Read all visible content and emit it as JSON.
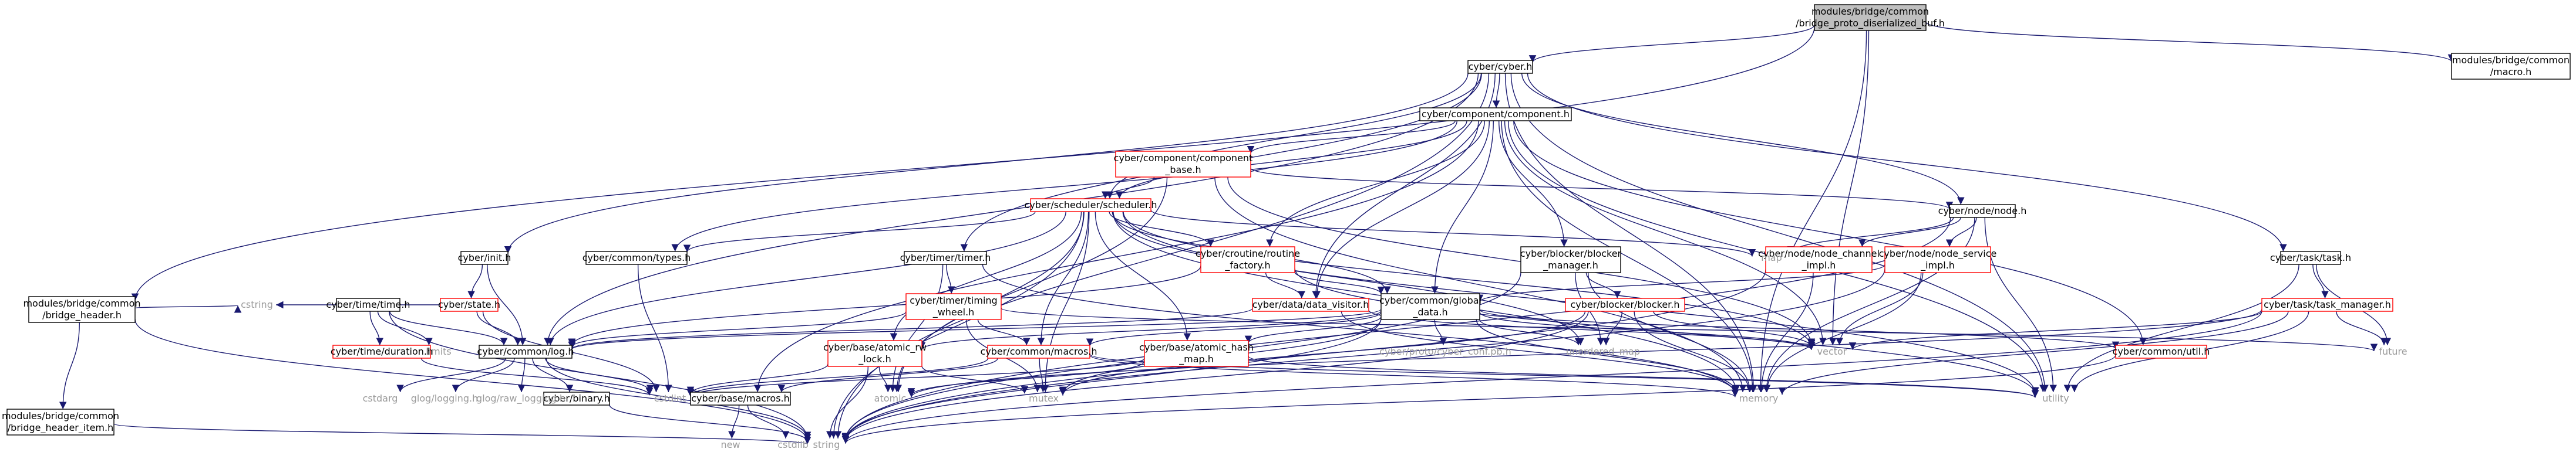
{
  "colors": {
    "root_fill": "#bfbfbf",
    "root_border": "#000000",
    "box_border": "#000000",
    "missing_border": "#ff0000",
    "edge": "#191970",
    "system_text": "#9a9a9a"
  },
  "nodes": [
    {
      "id": "root",
      "kind": "root",
      "lines": [
        "modules/bridge/common",
        "/bridge_proto_diserialized_buf.h"
      ]
    },
    {
      "id": "cyber",
      "kind": "file",
      "lines": [
        "cyber/cyber.h"
      ]
    },
    {
      "id": "macro",
      "kind": "file",
      "lines": [
        "modules/bridge/common",
        "/macro.h"
      ]
    },
    {
      "id": "bridge_header",
      "kind": "file",
      "lines": [
        "modules/bridge/common",
        "/bridge_header.h"
      ]
    },
    {
      "id": "bridge_header_item",
      "kind": "file",
      "lines": [
        "modules/bridge/common",
        "/bridge_header_item.h"
      ]
    },
    {
      "id": "component",
      "kind": "file",
      "lines": [
        "cyber/component/component.h"
      ]
    },
    {
      "id": "component_base",
      "kind": "missing",
      "lines": [
        "cyber/component/component",
        "_base.h"
      ]
    },
    {
      "id": "scheduler",
      "kind": "missing",
      "lines": [
        "cyber/scheduler/scheduler.h"
      ]
    },
    {
      "id": "node",
      "kind": "file",
      "lines": [
        "cyber/node/node.h"
      ]
    },
    {
      "id": "init",
      "kind": "file",
      "lines": [
        "cyber/init.h"
      ]
    },
    {
      "id": "types",
      "kind": "file",
      "lines": [
        "cyber/common/types.h"
      ]
    },
    {
      "id": "timer",
      "kind": "file",
      "lines": [
        "cyber/timer/timer.h"
      ]
    },
    {
      "id": "routine_factory",
      "kind": "missing",
      "lines": [
        "cyber/croutine/routine",
        "_factory.h"
      ]
    },
    {
      "id": "blocker_manager",
      "kind": "file",
      "lines": [
        "cyber/blocker/blocker",
        "_manager.h"
      ]
    },
    {
      "id": "node_channel_impl",
      "kind": "missing",
      "lines": [
        "cyber/node/node_channel",
        "_impl.h"
      ]
    },
    {
      "id": "node_service_impl",
      "kind": "missing",
      "lines": [
        "cyber/node/node_service",
        "_impl.h"
      ]
    },
    {
      "id": "task",
      "kind": "file",
      "lines": [
        "cyber/task/task.h"
      ]
    },
    {
      "id": "state",
      "kind": "missing",
      "lines": [
        "cyber/state.h"
      ]
    },
    {
      "id": "time",
      "kind": "file",
      "lines": [
        "cyber/time/time.h"
      ]
    },
    {
      "id": "timing_wheel",
      "kind": "missing",
      "lines": [
        "cyber/timer/timing",
        "_wheel.h"
      ]
    },
    {
      "id": "data_visitor",
      "kind": "missing",
      "lines": [
        "cyber/data/data_visitor.h"
      ]
    },
    {
      "id": "global_data",
      "kind": "file",
      "lines": [
        "cyber/common/global",
        "_data.h"
      ]
    },
    {
      "id": "blocker",
      "kind": "missing",
      "lines": [
        "cyber/blocker/blocker.h"
      ]
    },
    {
      "id": "task_manager",
      "kind": "missing",
      "lines": [
        "cyber/task/task_manager.h"
      ]
    },
    {
      "id": "duration",
      "kind": "missing",
      "lines": [
        "cyber/time/duration.h"
      ]
    },
    {
      "id": "log",
      "kind": "file",
      "lines": [
        "cyber/common/log.h"
      ]
    },
    {
      "id": "atomic_rw_lock",
      "kind": "missing",
      "lines": [
        "cyber/base/atomic_rw",
        "_lock.h"
      ]
    },
    {
      "id": "common_macros",
      "kind": "missing",
      "lines": [
        "cyber/common/macros.h"
      ]
    },
    {
      "id": "atomic_hash_map",
      "kind": "missing",
      "lines": [
        "cyber/base/atomic_hash",
        "_map.h"
      ]
    },
    {
      "id": "cyber_conf",
      "kind": "system",
      "lines": [
        "cyber/proto/cyber_conf.pb.h"
      ]
    },
    {
      "id": "util",
      "kind": "missing",
      "lines": [
        "cyber/common/util.h"
      ]
    },
    {
      "id": "binary",
      "kind": "file",
      "lines": [
        "cyber/binary.h"
      ]
    },
    {
      "id": "base_macros",
      "kind": "file",
      "lines": [
        "cyber/base/macros.h"
      ]
    },
    {
      "id": "map",
      "kind": "system",
      "lines": [
        "map"
      ]
    },
    {
      "id": "cstring",
      "kind": "system",
      "lines": [
        "cstring"
      ]
    },
    {
      "id": "limits",
      "kind": "system",
      "lines": [
        "limits"
      ]
    },
    {
      "id": "cstdarg",
      "kind": "system",
      "lines": [
        "cstdarg"
      ]
    },
    {
      "id": "glog_logging",
      "kind": "system",
      "lines": [
        "glog/logging.h"
      ]
    },
    {
      "id": "glog_raw_logging",
      "kind": "system",
      "lines": [
        "glog/raw_logging.h"
      ]
    },
    {
      "id": "cstdint",
      "kind": "system",
      "lines": [
        "cstdint"
      ]
    },
    {
      "id": "atomic",
      "kind": "system",
      "lines": [
        "atomic"
      ]
    },
    {
      "id": "mutex",
      "kind": "system",
      "lines": [
        "mutex"
      ]
    },
    {
      "id": "unordered_map",
      "kind": "system",
      "lines": [
        "unordered_map"
      ]
    },
    {
      "id": "vector",
      "kind": "system",
      "lines": [
        "vector"
      ]
    },
    {
      "id": "memory",
      "kind": "system",
      "lines": [
        "memory"
      ]
    },
    {
      "id": "future",
      "kind": "system",
      "lines": [
        "future"
      ]
    },
    {
      "id": "utility",
      "kind": "system",
      "lines": [
        "utility"
      ]
    },
    {
      "id": "new",
      "kind": "system",
      "lines": [
        "new"
      ]
    },
    {
      "id": "cstdlib",
      "kind": "system",
      "lines": [
        "cstdlib"
      ]
    },
    {
      "id": "string",
      "kind": "system",
      "lines": [
        "string"
      ]
    }
  ],
  "edges": [
    [
      "root",
      "cyber"
    ],
    [
      "root",
      "macro"
    ],
    [
      "root",
      "bridge_header"
    ],
    [
      "root",
      "vector"
    ],
    [
      "root",
      "memory"
    ],
    [
      "bridge_header",
      "bridge_header_item"
    ],
    [
      "bridge_header",
      "cstring"
    ],
    [
      "bridge_header",
      "string"
    ],
    [
      "bridge_header_item",
      "string"
    ],
    [
      "cyber",
      "component"
    ],
    [
      "cyber",
      "init"
    ],
    [
      "cyber",
      "log"
    ],
    [
      "cyber",
      "node"
    ],
    [
      "cyber",
      "task"
    ],
    [
      "cyber",
      "timer"
    ],
    [
      "cyber",
      "string"
    ],
    [
      "cyber",
      "memory"
    ],
    [
      "cyber",
      "utility"
    ],
    [
      "cyber",
      "data_visitor"
    ],
    [
      "cyber",
      "scheduler"
    ],
    [
      "component",
      "component_base"
    ],
    [
      "component",
      "types"
    ],
    [
      "component",
      "global_data"
    ],
    [
      "component",
      "routine_factory"
    ],
    [
      "component",
      "blocker_manager"
    ],
    [
      "component",
      "base_macros"
    ],
    [
      "component",
      "util"
    ],
    [
      "component",
      "vector"
    ],
    [
      "component",
      "memory"
    ],
    [
      "component",
      "utility"
    ],
    [
      "component",
      "data_visitor"
    ],
    [
      "component",
      "scheduler"
    ],
    [
      "component_base",
      "scheduler"
    ],
    [
      "component_base",
      "node"
    ],
    [
      "component_base",
      "atomic"
    ],
    [
      "component_base",
      "vector"
    ],
    [
      "component_base",
      "memory"
    ],
    [
      "scheduler",
      "types"
    ],
    [
      "scheduler",
      "routine_factory"
    ],
    [
      "scheduler",
      "log"
    ],
    [
      "scheduler",
      "atomic_rw_lock"
    ],
    [
      "scheduler",
      "common_macros"
    ],
    [
      "scheduler",
      "atomic_hash_map"
    ],
    [
      "scheduler",
      "map"
    ],
    [
      "scheduler",
      "unordered_map"
    ],
    [
      "scheduler",
      "vector"
    ],
    [
      "scheduler",
      "memory"
    ],
    [
      "scheduler",
      "mutex"
    ],
    [
      "scheduler",
      "atomic"
    ],
    [
      "scheduler",
      "string"
    ],
    [
      "scheduler",
      "utility"
    ],
    [
      "scheduler",
      "global_data"
    ],
    [
      "node",
      "node_channel_impl"
    ],
    [
      "node",
      "node_service_impl"
    ],
    [
      "node",
      "map"
    ],
    [
      "node",
      "string"
    ],
    [
      "node",
      "memory"
    ],
    [
      "node",
      "utility"
    ],
    [
      "node_channel_impl",
      "memory"
    ],
    [
      "node_channel_impl",
      "string"
    ],
    [
      "node_service_impl",
      "global_data"
    ],
    [
      "node_service_impl",
      "memory"
    ],
    [
      "node_service_impl",
      "string"
    ],
    [
      "node_service_impl",
      "vector"
    ],
    [
      "init",
      "state"
    ],
    [
      "init",
      "log"
    ],
    [
      "types",
      "cstdint"
    ],
    [
      "timer",
      "timing_wheel"
    ],
    [
      "timer",
      "memory"
    ],
    [
      "timer",
      "atomic"
    ],
    [
      "routine_factory",
      "data_visitor"
    ],
    [
      "routine_factory",
      "global_data"
    ],
    [
      "routine_factory",
      "log"
    ],
    [
      "routine_factory",
      "utility"
    ],
    [
      "blocker_manager",
      "blocker"
    ],
    [
      "blocker_manager",
      "memory"
    ],
    [
      "blocker_manager",
      "string"
    ],
    [
      "blocker_manager",
      "unordered_map"
    ],
    [
      "task",
      "task_manager"
    ],
    [
      "task",
      "future"
    ],
    [
      "task",
      "utility"
    ],
    [
      "state",
      "cstring"
    ],
    [
      "state",
      "cstdint"
    ],
    [
      "state",
      "log"
    ],
    [
      "time",
      "duration"
    ],
    [
      "time",
      "limits"
    ],
    [
      "time",
      "string"
    ],
    [
      "time",
      "log"
    ],
    [
      "timing_wheel",
      "log"
    ],
    [
      "timing_wheel",
      "common_macros"
    ],
    [
      "timing_wheel",
      "future"
    ],
    [
      "timing_wheel",
      "mutex"
    ],
    [
      "data_visitor",
      "log"
    ],
    [
      "data_visitor",
      "vector"
    ],
    [
      "data_visitor",
      "memory"
    ],
    [
      "global_data",
      "cyber_conf"
    ],
    [
      "global_data",
      "util"
    ],
    [
      "global_data",
      "log"
    ],
    [
      "global_data",
      "atomic_hash_map"
    ],
    [
      "global_data",
      "common_macros"
    ],
    [
      "global_data",
      "unordered_map"
    ],
    [
      "global_data",
      "string"
    ],
    [
      "global_data",
      "memory"
    ],
    [
      "global_data",
      "vector"
    ],
    [
      "global_data",
      "mutex"
    ],
    [
      "global_data",
      "atomic_rw_lock"
    ],
    [
      "blocker",
      "vector"
    ],
    [
      "blocker",
      "list_placeholder"
    ],
    [
      "blocker",
      "memory"
    ],
    [
      "blocker",
      "mutex"
    ],
    [
      "blocker",
      "string"
    ],
    [
      "blocker",
      "unordered_map"
    ],
    [
      "task_manager",
      "future"
    ],
    [
      "task_manager",
      "vector"
    ],
    [
      "task_manager",
      "string"
    ],
    [
      "task_manager",
      "memory"
    ],
    [
      "task_manager",
      "utility"
    ],
    [
      "task_manager",
      "atomic"
    ],
    [
      "duration",
      "cstdint"
    ],
    [
      "log",
      "cstdarg"
    ],
    [
      "log",
      "glog_logging"
    ],
    [
      "log",
      "glog_raw_logging"
    ],
    [
      "log",
      "binary"
    ],
    [
      "log",
      "string"
    ],
    [
      "log",
      "cstdint"
    ],
    [
      "atomic_rw_lock",
      "atomic"
    ],
    [
      "atomic_rw_lock",
      "cstdint"
    ],
    [
      "atomic_rw_lock",
      "mutex"
    ],
    [
      "atomic_rw_lock",
      "string"
    ],
    [
      "common_macros",
      "base_macros"
    ],
    [
      "common_macros",
      "mutex"
    ],
    [
      "common_macros",
      "utility"
    ],
    [
      "common_macros",
      "memory"
    ],
    [
      "common_macros",
      "cstdint"
    ],
    [
      "atomic_hash_map",
      "atomic"
    ],
    [
      "atomic_hash_map",
      "cstdint"
    ],
    [
      "atomic_hash_map",
      "utility"
    ],
    [
      "util",
      "string"
    ],
    [
      "binary",
      "string"
    ],
    [
      "base_macros",
      "new"
    ],
    [
      "base_macros",
      "cstdlib"
    ]
  ]
}
